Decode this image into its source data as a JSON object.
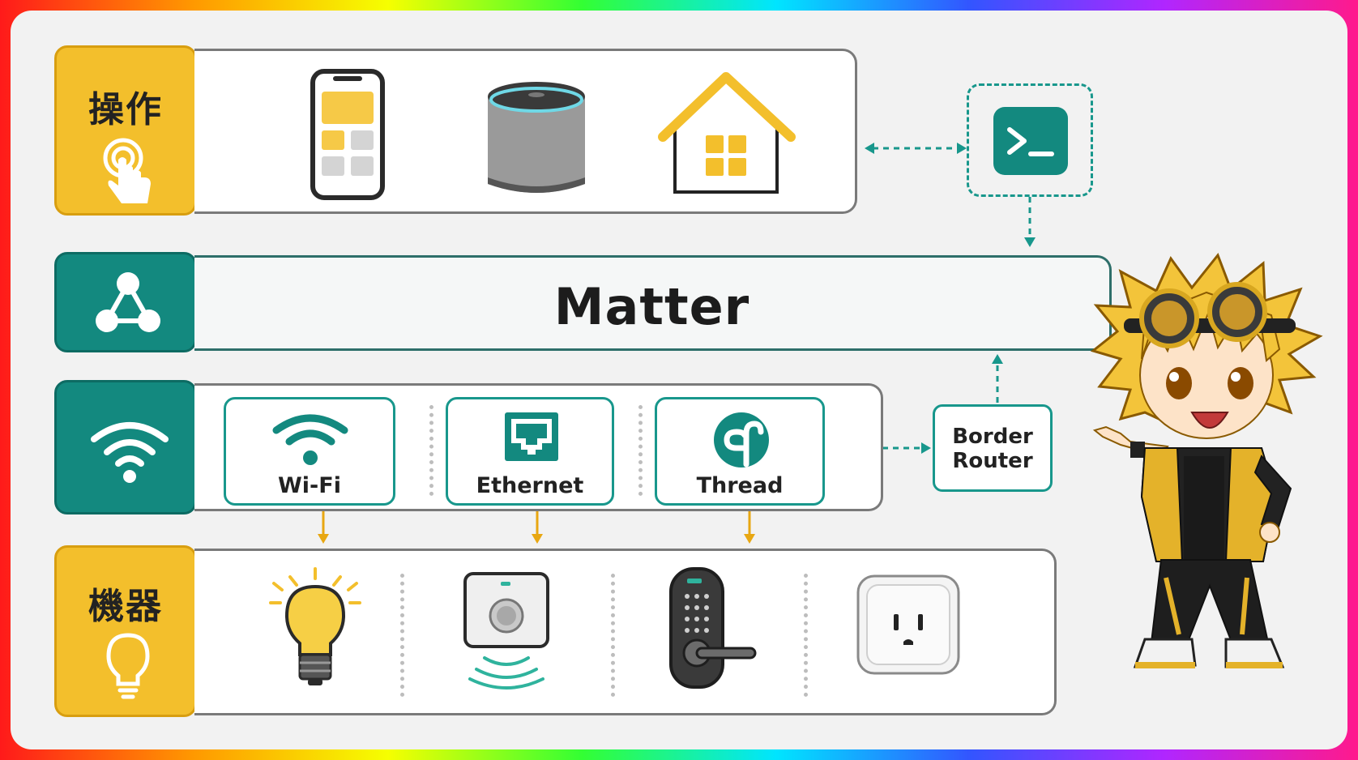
{
  "layers": {
    "control": {
      "label": "操作",
      "label_icon": "touch-hand-icon",
      "items": [
        {
          "icon": "smartphone-icon"
        },
        {
          "icon": "smart-speaker-icon"
        },
        {
          "icon": "smart-home-icon"
        }
      ]
    },
    "protocol": {
      "label_icon": "network-graph-icon",
      "title": "Matter"
    },
    "network": {
      "label_icon": "wifi-icon",
      "items": [
        {
          "icon": "wifi-icon",
          "label": "Wi-Fi"
        },
        {
          "icon": "ethernet-port-icon",
          "label": "Ethernet"
        },
        {
          "icon": "thread-logo-icon",
          "label": "Thread"
        }
      ]
    },
    "devices": {
      "label": "機器",
      "label_icon": "light-bulb-icon",
      "items": [
        {
          "icon": "light-bulb-icon"
        },
        {
          "icon": "motion-sensor-icon"
        },
        {
          "icon": "smart-lock-icon"
        },
        {
          "icon": "power-outlet-icon"
        }
      ]
    }
  },
  "side": {
    "controller": {
      "icon": "terminal-icon"
    },
    "border_router": {
      "line1": "Border",
      "line2": "Router"
    }
  },
  "mascot": {
    "icon": "mascot-character-icon"
  },
  "colors": {
    "yellow": "#f3bf2c",
    "teal": "#13897f",
    "outline": "#7a7a7a",
    "bg": "#f2f2f2"
  }
}
